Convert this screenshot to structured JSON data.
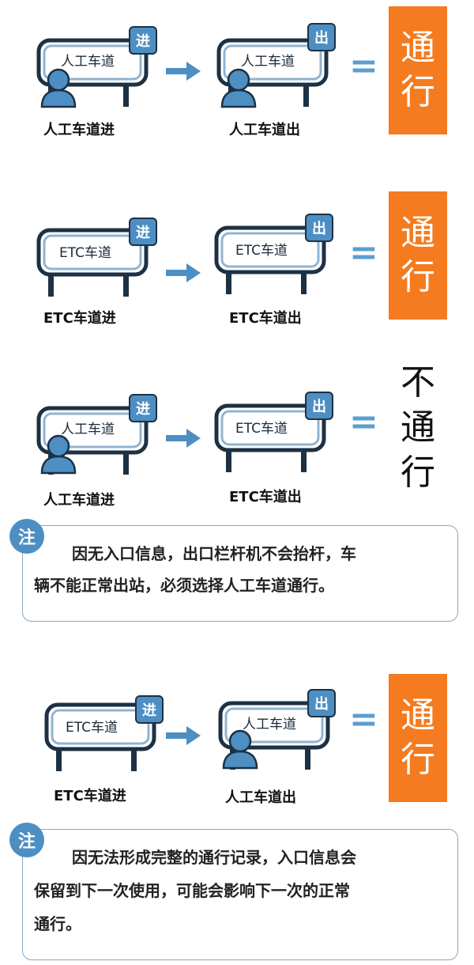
{
  "rows": [
    {
      "entry": {
        "sign_text": "人工车道",
        "badge": "进",
        "caption": "人工车道进"
      },
      "exit": {
        "sign_text": "人工车道",
        "badge": "出",
        "caption": "人工车道出"
      },
      "equals": "=",
      "result": [
        "通",
        "行"
      ]
    },
    {
      "entry": {
        "sign_text": "ETC车道",
        "badge": "进",
        "caption": "ETC车道进"
      },
      "exit": {
        "sign_text": "ETC车道",
        "badge": "出",
        "caption": "ETC车道出"
      },
      "equals": "=",
      "result": [
        "通",
        "行"
      ]
    },
    {
      "entry": {
        "sign_text": "人工车道",
        "badge": "进",
        "caption": "人工车道进"
      },
      "exit": {
        "sign_text": "ETC车道",
        "badge": "出",
        "caption": "ETC车道出"
      },
      "equals": "=",
      "result": [
        "不",
        "通",
        "行"
      ]
    },
    {
      "entry": {
        "sign_text": "ETC车道",
        "badge": "进",
        "caption": "ETC车道进"
      },
      "exit": {
        "sign_text": "人工车道",
        "badge": "出",
        "caption": "人工车道出"
      },
      "equals": "=",
      "result": [
        "通",
        "行"
      ]
    }
  ],
  "notes": [
    {
      "icon": "注",
      "lines": [
        "因无入口信息，出口栏杆机不会抬杆，车",
        "辆不能正常出站，必须选择人工车道通行。"
      ]
    },
    {
      "icon": "注",
      "lines": [
        "因无法形成完整的通行记录，入口信息会",
        "保留到下一次使用，可能会影响下一次的正常",
        "通行。"
      ]
    }
  ],
  "colors": {
    "accent_blue": "#4d8fc3",
    "orange": "#f47b20",
    "outline": "#1d3144"
  }
}
